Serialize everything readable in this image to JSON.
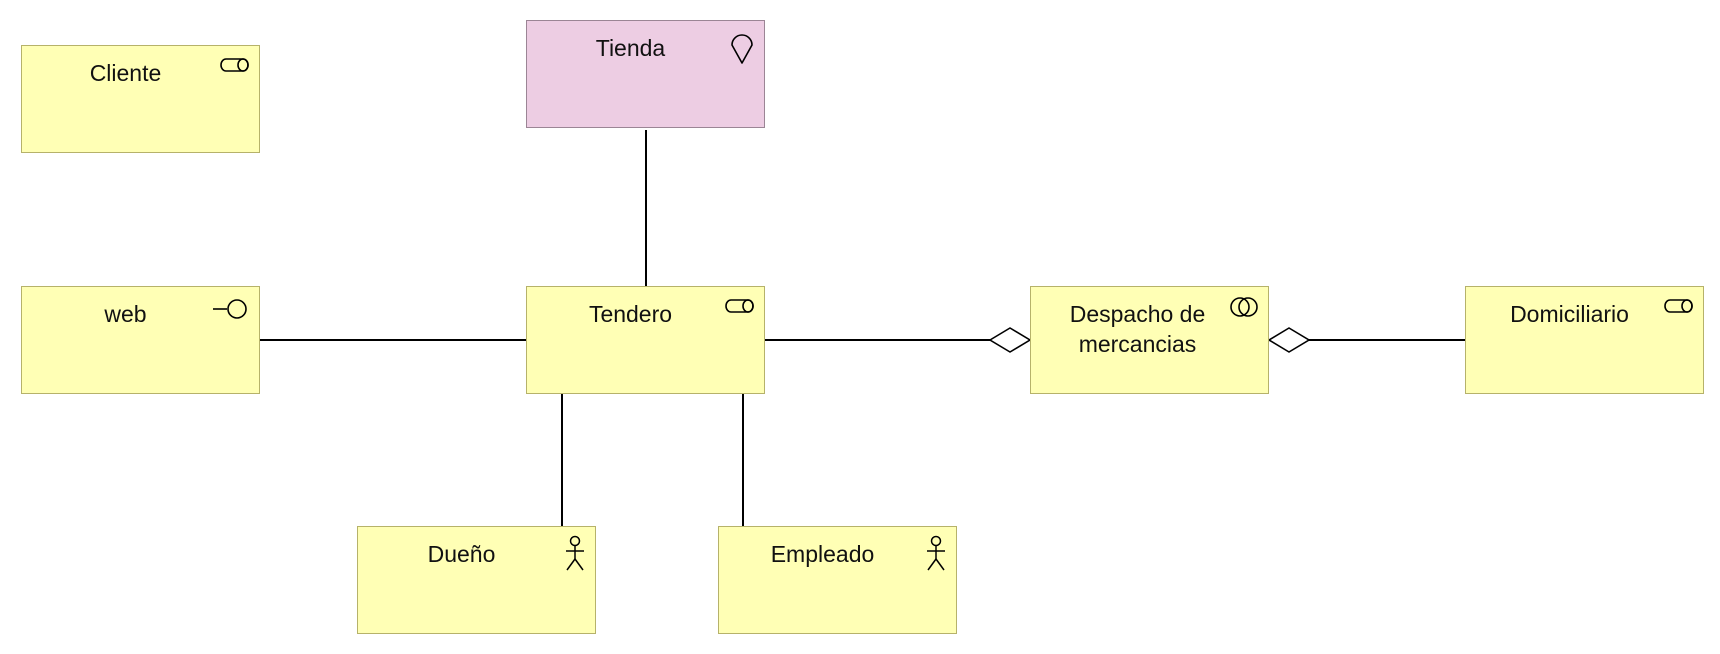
{
  "diagram": {
    "nodes": {
      "cliente": {
        "label": "Cliente",
        "icon": "business-role-icon"
      },
      "tienda": {
        "label": "Tienda",
        "icon": "location-pin-icon"
      },
      "web": {
        "label": "web",
        "icon": "interface-icon"
      },
      "tendero": {
        "label": "Tendero",
        "icon": "business-role-icon"
      },
      "despacho": {
        "label": "Despacho de mercancias",
        "icon": "collaboration-icon"
      },
      "domiciliario": {
        "label": "Domiciliario",
        "icon": "business-role-icon"
      },
      "dueno": {
        "label": "Dueño",
        "icon": "actor-icon"
      },
      "empleado": {
        "label": "Empleado",
        "icon": "actor-icon"
      }
    },
    "edges": [
      {
        "from": "tienda",
        "to": "tendero",
        "type": "association"
      },
      {
        "from": "web",
        "to": "tendero",
        "type": "association"
      },
      {
        "from": "tendero",
        "to": "despacho",
        "type": "aggregation"
      },
      {
        "from": "domiciliario",
        "to": "despacho",
        "type": "aggregation"
      },
      {
        "from": "tendero",
        "to": "dueno",
        "type": "association"
      },
      {
        "from": "tendero",
        "to": "empleado",
        "type": "association"
      }
    ],
    "colors": {
      "business_fill": "#ffffb5",
      "business_border": "#b6b26a",
      "location_fill": "#edcde3",
      "location_border": "#9b8595",
      "line": "#000000"
    }
  }
}
